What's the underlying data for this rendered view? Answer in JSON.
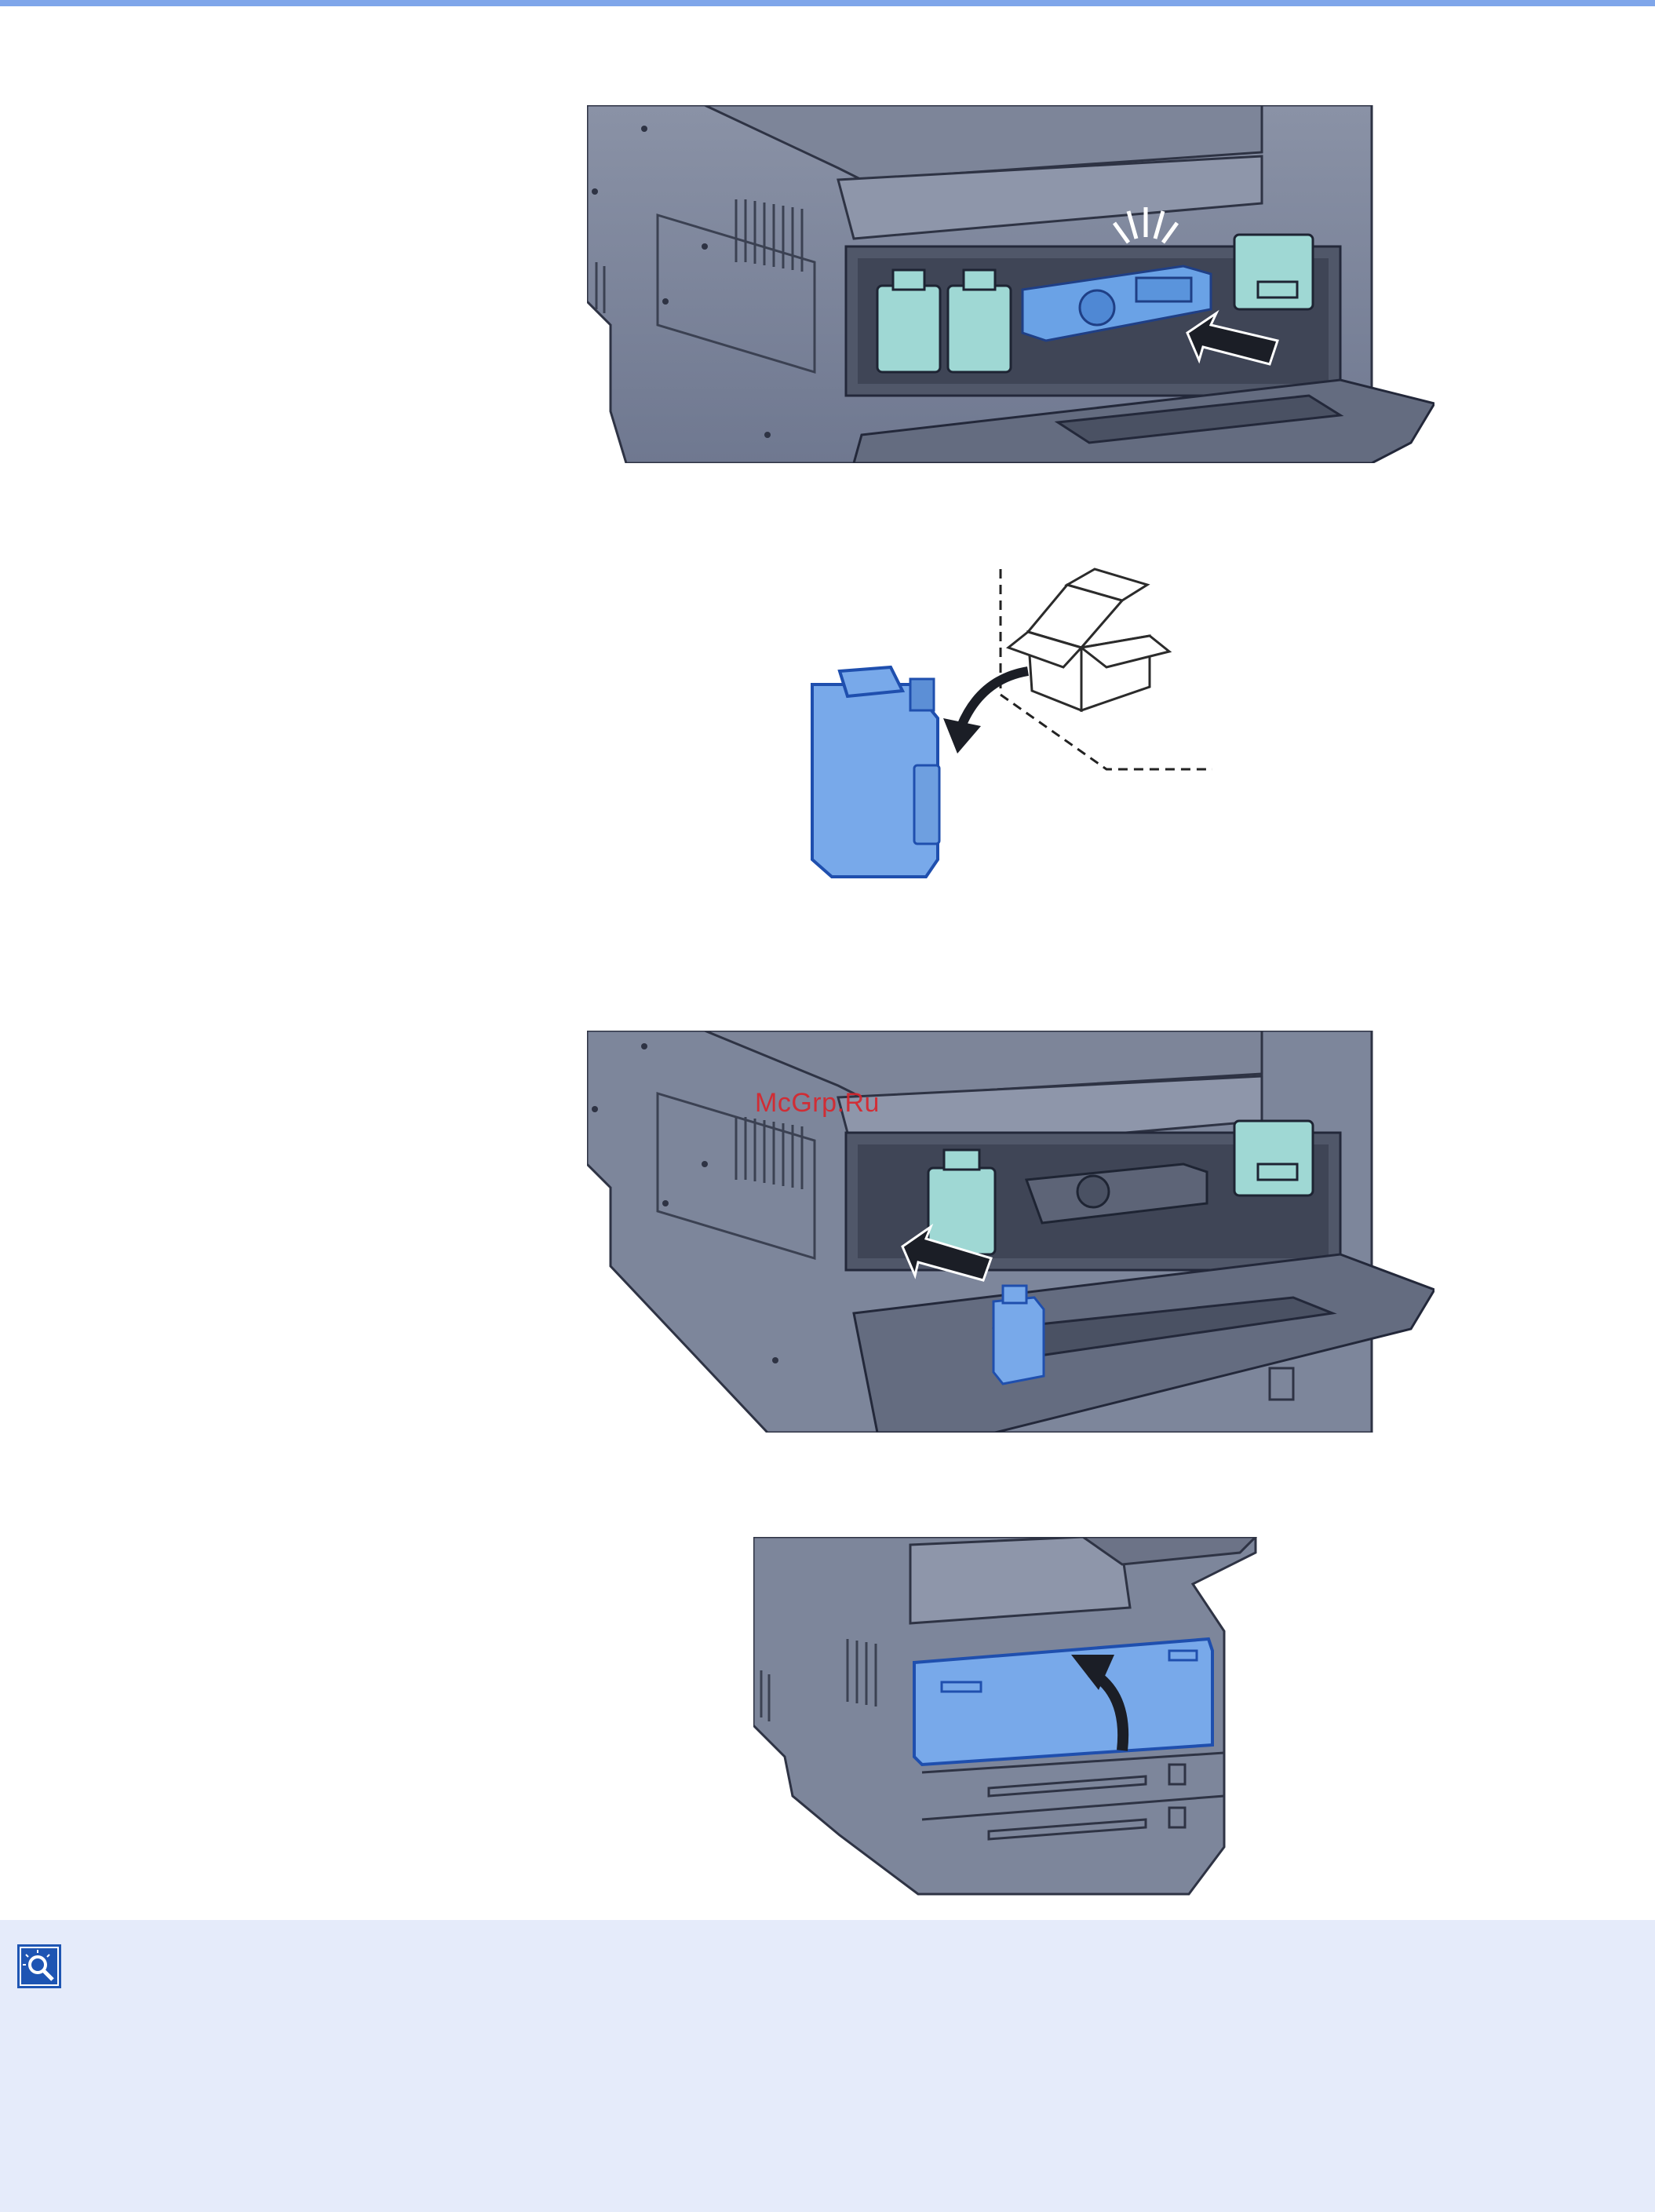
{
  "page": {
    "accent_color": "#7fa6ea",
    "note_background": "#e5ebfa"
  },
  "watermark": {
    "text": "McGrp.Ru"
  },
  "figures": [
    {
      "name": "step-insert-toner-container",
      "depicts": "toner-container-pushed-into-printer"
    },
    {
      "name": "step-unpack-waste-toner-box",
      "depicts": "waste-toner-box-removed-from-package"
    },
    {
      "name": "step-insert-waste-toner-box",
      "depicts": "waste-toner-box-inserted-into-printer"
    },
    {
      "name": "step-close-front-cover",
      "depicts": "front-cover-closed"
    }
  ],
  "note": {
    "icon": "note-icon",
    "text": ""
  }
}
